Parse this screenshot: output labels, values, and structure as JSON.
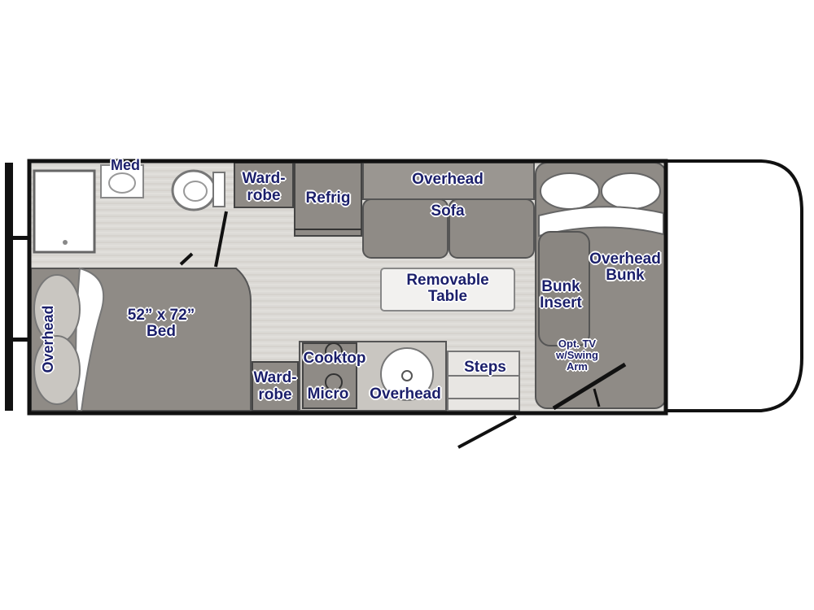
{
  "floorplan": {
    "colors": {
      "wall": "#111111",
      "floor": "#d8d6d2",
      "furniture": "#8f8b86",
      "furniture_light": "#c9c6c1",
      "label_text": "#1b1f6b",
      "cab": "#ffffff"
    },
    "labels": {
      "med": "Med",
      "wardrobe_top_1": "Ward-",
      "wardrobe_top_2": "robe",
      "refrig": "Refrig",
      "overhead_top": "Overhead",
      "sofa": "Sofa",
      "removable_table_1": "Removable",
      "removable_table_2": "Table",
      "overhead_bunk_1": "Overhead",
      "overhead_bunk_2": "Bunk",
      "bunk_insert_1": "Bunk",
      "bunk_insert_2": "Insert",
      "bed_size": "52” x 72”",
      "bed": "Bed",
      "overhead_bed": "Overhead",
      "cooktop": "Cooktop",
      "micro": "Micro",
      "overhead_kitchen": "Overhead",
      "wardrobe_bottom_1": "Ward-",
      "wardrobe_bottom_2": "robe",
      "steps": "Steps",
      "tv_1": "Opt. TV",
      "tv_2": "w/Swing",
      "tv_3": "Arm"
    },
    "icons": [
      "shower",
      "toilet",
      "sink",
      "stove-burners",
      "kitchen-sink",
      "entry-door"
    ]
  }
}
